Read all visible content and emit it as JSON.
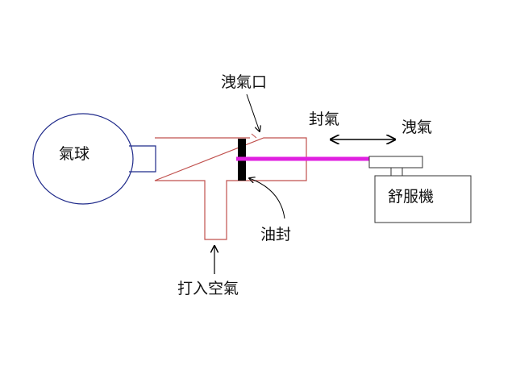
{
  "labels": {
    "balloon": "氣球",
    "vent_port": "洩氣口",
    "seal": "封氣",
    "deflate": "洩氣",
    "machine": "舒服機",
    "oil_seal": "油封",
    "pump_in": "打入空氣"
  },
  "colors": {
    "outline_red": "#c0504d",
    "balloon_blue": "#1f2a8a",
    "piston_rod": "#e020e0",
    "piston": "#000000",
    "arrow": "#000000",
    "machine_outline": "#333333"
  }
}
